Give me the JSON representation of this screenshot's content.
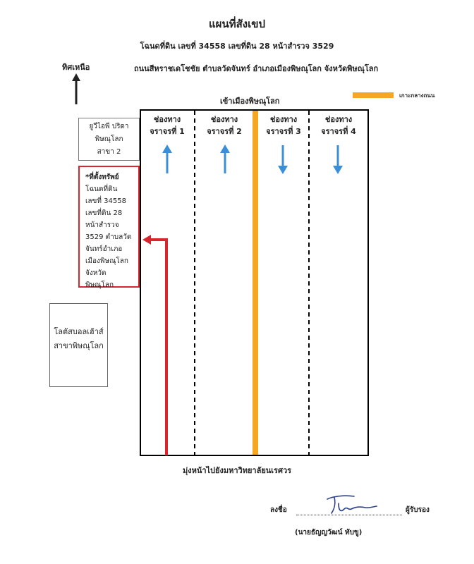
{
  "header": {
    "title": "แผนที่สังเขป",
    "deed": "โฉนดที่ดิน เลขที่ 34558 เลขที่ดิน 28 หน้าสำรวจ 3529",
    "location": "ถนนสีหราชเดโชชัย ตำบลวัดจันทร์ อำเภอเมืองพิษณุโลก จังหวัดพิษณุโลก"
  },
  "north_label": "ทิศเหนือ",
  "entry_label": "เข้าเมืองพิษณุโลก",
  "legend": {
    "label": "เกาะกลางถนน",
    "color": "#f5a623"
  },
  "lanes": [
    {
      "line1": "ช่องทาง",
      "line2": "จราจรที่ 1",
      "direction": "up"
    },
    {
      "line1": "ช่องทาง",
      "line2": "จราจรที่ 2",
      "direction": "up"
    },
    {
      "line1": "ช่องทาง",
      "line2": "จราจรที่ 3",
      "direction": "down"
    },
    {
      "line1": "ช่องทาง",
      "line2": "จราจรที่ 4",
      "direction": "down"
    }
  ],
  "arrow_color": "#3b8fd9",
  "store": {
    "line1": "ยูวีไอพี ปริดา",
    "line2": "พิษณุโลก",
    "line3": "สาขา 2"
  },
  "property": {
    "heading": "*ที่ตั้งทรัพย์",
    "lines": [
      "โฉนดที่ดิน",
      "เลขที่ 34558",
      "เลขที่ดิน 28",
      "หน้าสำรวจ",
      "3529 ตำบลวัด",
      "จันทร์อำเภอ",
      "เมืองพิษณุโลก",
      "จังหวัดพิษณุโลก"
    ],
    "color": "#d9262e"
  },
  "lotus": {
    "line1": "โลตัสบอลเฮ้าส์",
    "line2": "สาขาพิษณุโลก"
  },
  "bottom_label": "มุ่งหน้าไปยังมหาวิทยาลัยนเรศวร",
  "signature": {
    "prefix": "ลงชื่อ",
    "suffix": "ผู้รับรอง",
    "name": "(นายธัญญวัฒน์ ทับขู)"
  }
}
